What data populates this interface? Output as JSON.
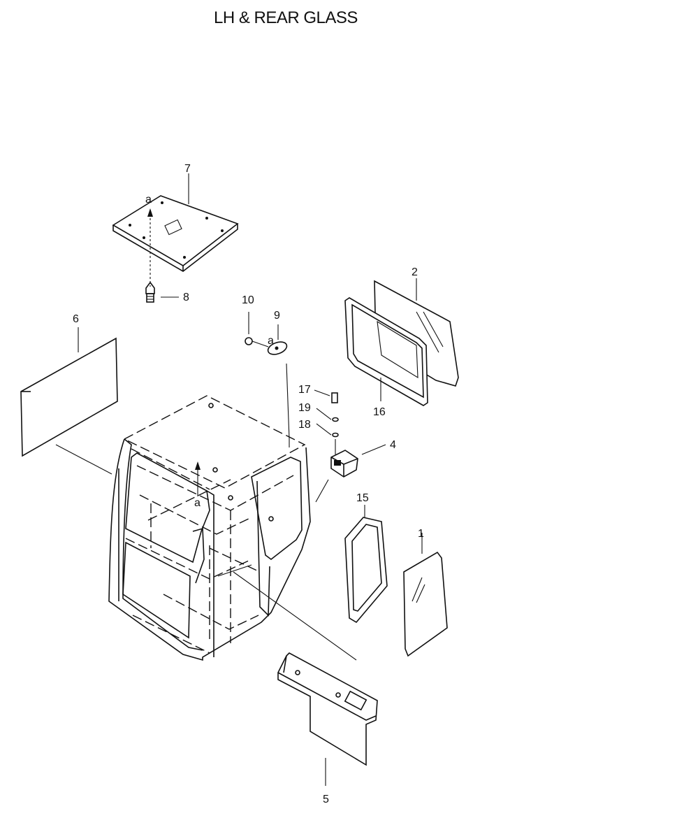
{
  "title": "LH & REAR GLASS",
  "callouts": {
    "c1": "1",
    "c2": "2",
    "c4": "4",
    "c5": "5",
    "c6": "6",
    "c7": "7",
    "c8": "8",
    "c9": "9",
    "c10": "10",
    "c15": "15",
    "c16": "16",
    "c17": "17",
    "c18": "18",
    "c19": "19"
  },
  "marks": {
    "a_top": "a",
    "a_cab": "a",
    "a_plate": "a"
  }
}
